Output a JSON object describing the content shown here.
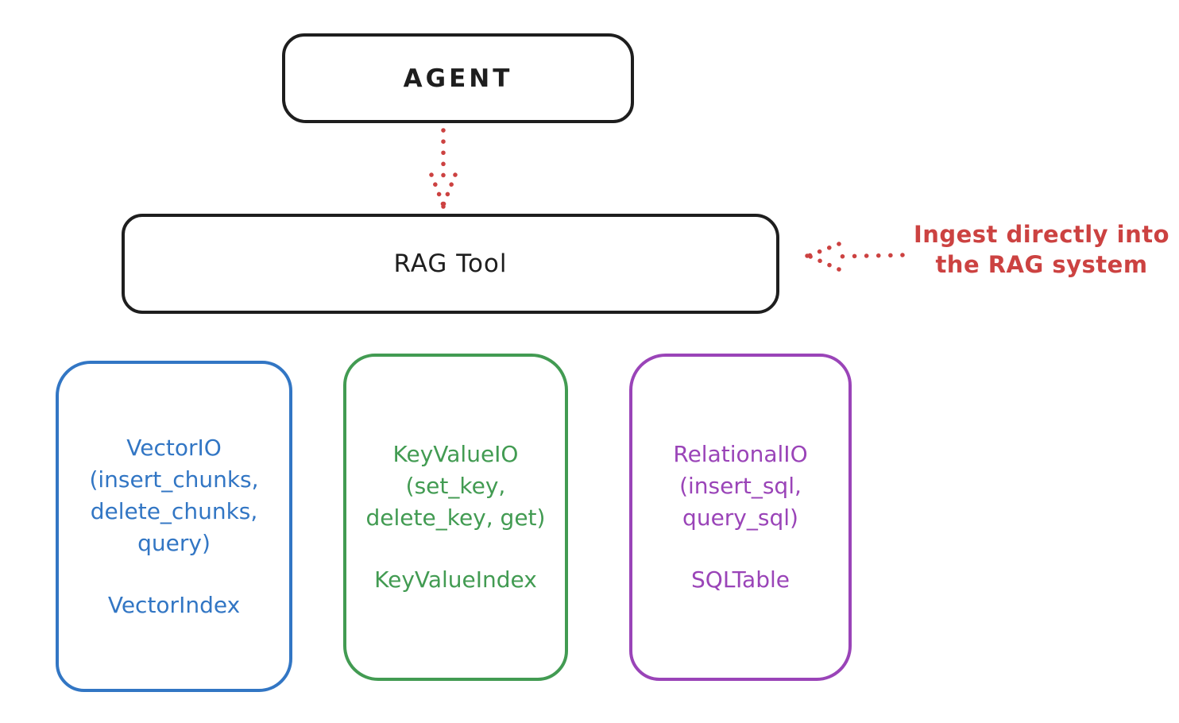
{
  "colors": {
    "background": "#ffffff",
    "stroke_black": "#1e1e1e",
    "accent_red": "#cc4241",
    "vector_blue": "#3276c4",
    "keyvalue_green": "#429b52",
    "relational_purple": "#9a44b8"
  },
  "agent_box": {
    "label": "AGENT"
  },
  "rag_box": {
    "label": "RAG Tool"
  },
  "annotation": {
    "line1": "Ingest directly into",
    "line2": "the RAG system"
  },
  "arrows": {
    "agent_to_rag": {
      "style": "dotted",
      "color": "#cc4241",
      "direction": "down",
      "from": "AGENT",
      "to": "RAG Tool"
    },
    "annotation_to_rag": {
      "style": "dotted",
      "color": "#cc4241",
      "direction": "left",
      "from": "Ingest directly into the RAG system",
      "to": "RAG Tool"
    }
  },
  "stores": [
    {
      "id": "vector",
      "color": "#3276c4",
      "lines": [
        "VectorIO",
        "(insert_chunks,",
        "delete_chunks,",
        "query)"
      ],
      "index": "VectorIndex"
    },
    {
      "id": "keyvalue",
      "color": "#429b52",
      "lines": [
        "KeyValueIO",
        "(set_key,",
        "delete_key, get)"
      ],
      "index": "KeyValueIndex"
    },
    {
      "id": "relational",
      "color": "#9a44b8",
      "lines": [
        "RelationalIO",
        "(insert_sql,",
        "query_sql)"
      ],
      "index": "SQLTable"
    }
  ]
}
